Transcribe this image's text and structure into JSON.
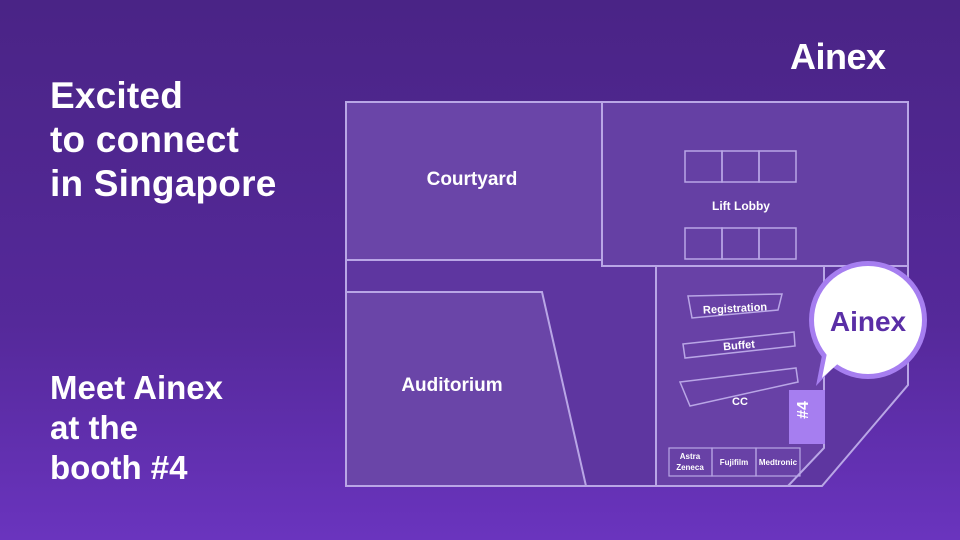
{
  "brand": {
    "logo_text": "Ainex",
    "badge_text": "Ainex"
  },
  "headline": {
    "lines": [
      "Excited",
      "to connect",
      "in Singapore"
    ]
  },
  "subline": {
    "lines": [
      "Meet Ainex",
      "at the",
      "booth #4"
    ]
  },
  "map": {
    "rooms": {
      "courtyard": "Courtyard",
      "auditorium": "Auditorium",
      "lift_lobby": "Lift Lobby",
      "registration": "Registration",
      "buffet": "Buffet",
      "cc": "CC"
    },
    "booth_label": "#4",
    "exhibitors": {
      "astra_line1": "Astra",
      "astra_line2": "Zeneca",
      "fujifilm": "Fujifilm",
      "medtronic": "Medtronic"
    }
  },
  "colors": {
    "background_top": "#4a2486",
    "background_bottom": "#6a34be",
    "room_fill": "#6a45a8",
    "outline": "#b9a6e6",
    "booth_highlight": "#a67ef0",
    "badge_bg": "#ffffff",
    "badge_text": "#5a2ea6"
  }
}
